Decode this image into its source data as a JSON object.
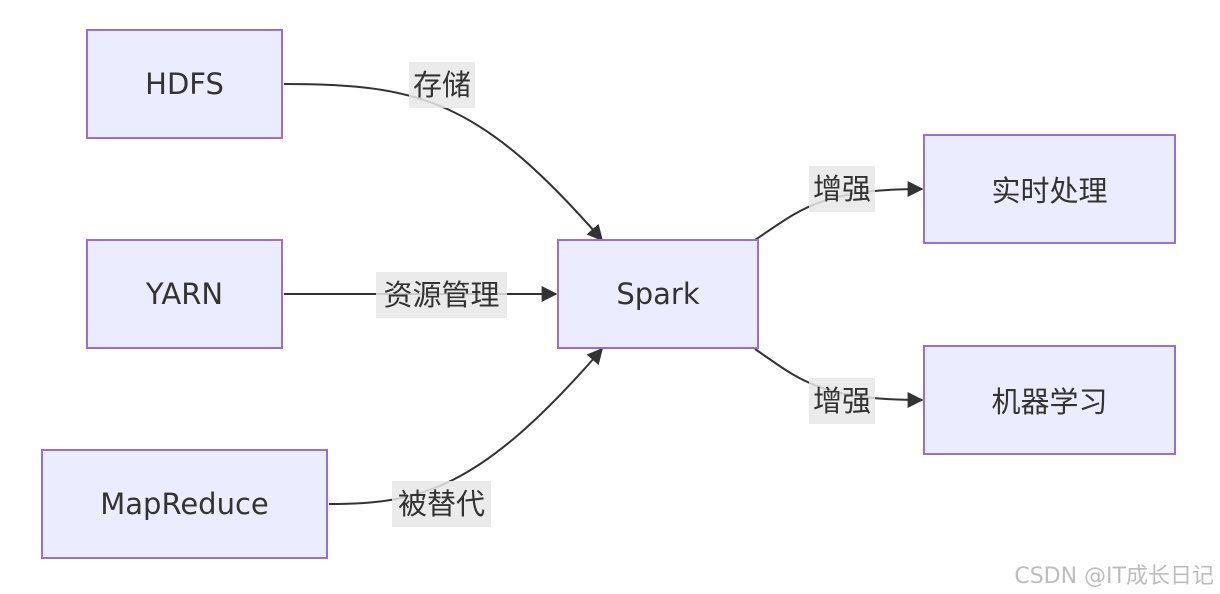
{
  "nodes": {
    "hdfs": "HDFS",
    "yarn": "YARN",
    "mapreduce": "MapReduce",
    "spark": "Spark",
    "realtime": "实时处理",
    "ml": "机器学习"
  },
  "edges": {
    "hdfs_spark": "存储",
    "yarn_spark": "资源管理",
    "mapreduce_spark": "被替代",
    "spark_realtime": "增强",
    "spark_ml": "增强"
  },
  "watermark": "CSDN @IT成长日记",
  "colors": {
    "node_fill": "#ECECFF",
    "node_border": "#9370DB",
    "edge": "#333333",
    "label_bg": "#E8E8E8",
    "text": "#333333"
  }
}
